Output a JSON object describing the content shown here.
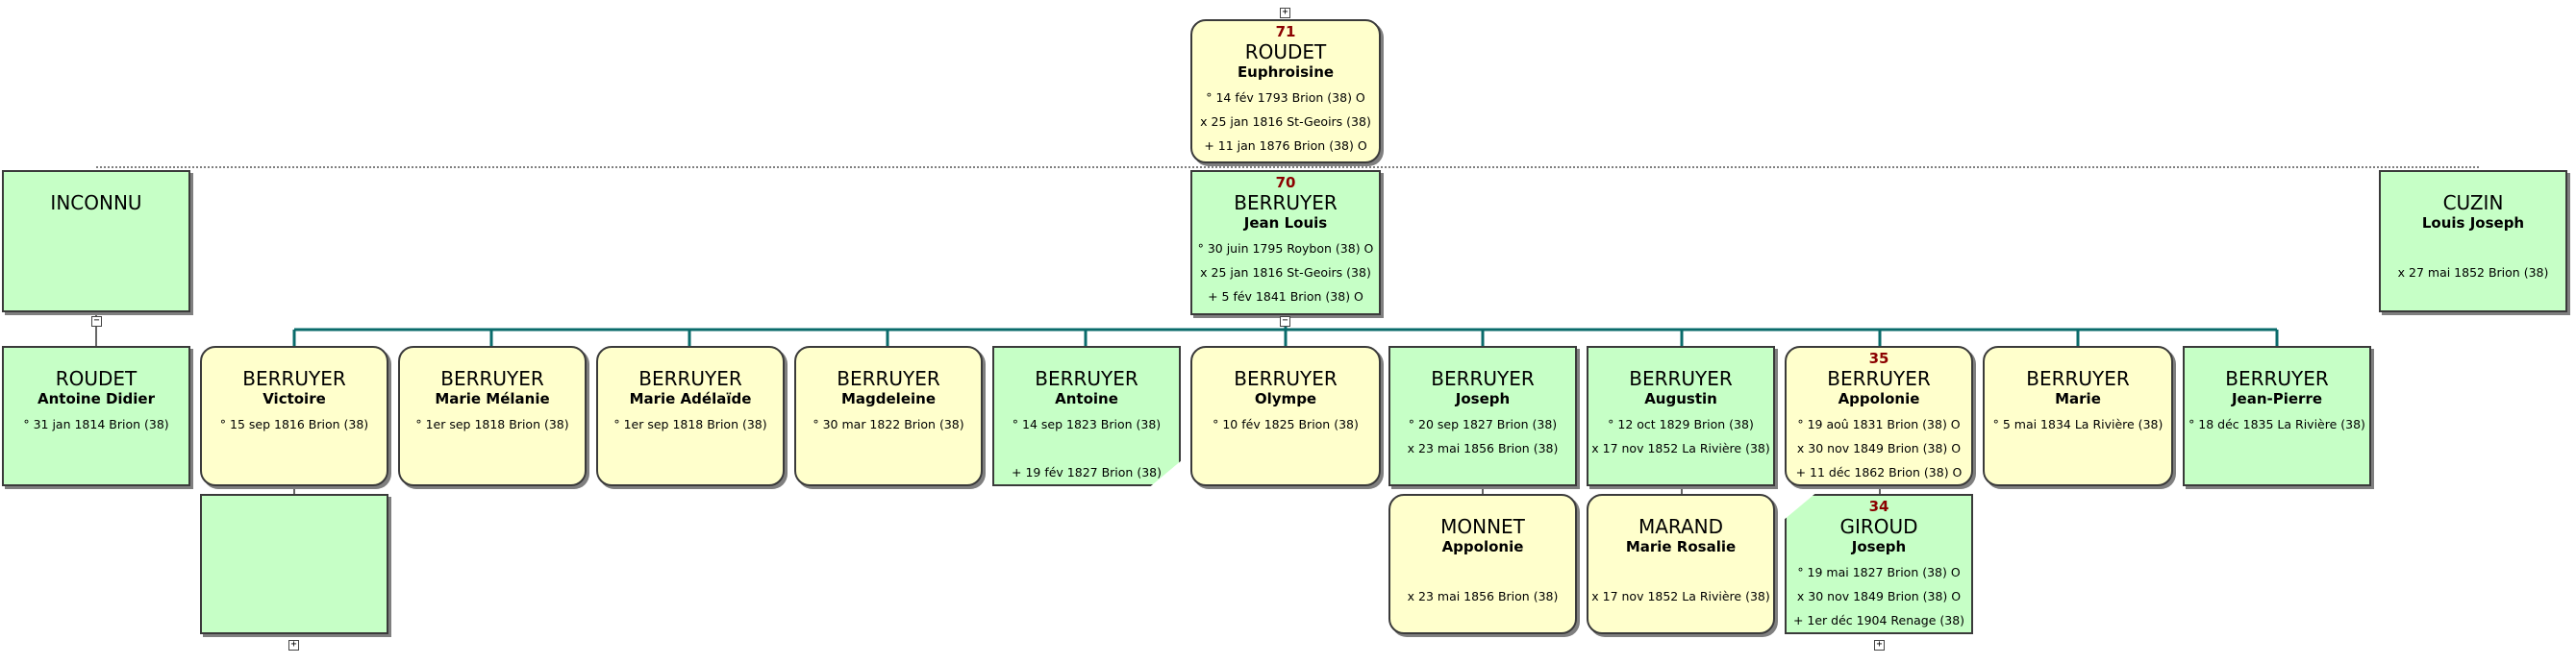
{
  "colors": {
    "female": "#ffffcc",
    "male": "#c6ffc6",
    "connector": "#0a6b6b",
    "number": "#8b0000"
  },
  "toggles": {
    "expand": "+",
    "collapse": "−"
  },
  "persons": {
    "roudet_euphroisine": {
      "num": "71",
      "surname": "ROUDET",
      "given": "Euphroisine",
      "sex": "f",
      "events": [
        "° 14 fév 1793 Brion (38) O",
        "x 25 jan 1816 St-Geoirs (38)",
        "+ 11 jan 1876 Brion (38) O"
      ]
    },
    "inconnu": {
      "num": "",
      "surname": "INCONNU",
      "given": "",
      "sex": "m",
      "events": []
    },
    "berruyer_jean_louis": {
      "num": "70",
      "surname": "BERRUYER",
      "given": "Jean Louis",
      "sex": "m",
      "events": [
        "° 30 juin 1795 Roybon (38) O",
        "x 25 jan 1816 St-Geoirs (38)",
        "+ 5 fév 1841 Brion (38) O"
      ]
    },
    "cuzin_louis_joseph": {
      "num": "",
      "surname": "CUZIN",
      "given": "Louis Joseph",
      "sex": "m",
      "events": [
        "",
        "x 27 mai 1852 Brion (38)"
      ]
    },
    "roudet_antoine_didier": {
      "num": "",
      "surname": "ROUDET",
      "given": "Antoine Didier",
      "sex": "m",
      "events": [
        "° 31 jan 1814 Brion (38)"
      ]
    },
    "berruyer_victoire": {
      "num": "",
      "surname": "BERRUYER",
      "given": "Victoire",
      "sex": "f",
      "events": [
        "° 15 sep 1816 Brion (38)"
      ]
    },
    "berruyer_marie_melanie": {
      "num": "",
      "surname": "BERRUYER",
      "given": "Marie Mélanie",
      "sex": "f",
      "events": [
        "° 1er sep 1818 Brion (38)"
      ]
    },
    "berruyer_marie_adelaide": {
      "num": "",
      "surname": "BERRUYER",
      "given": "Marie Adélaïde",
      "sex": "f",
      "events": [
        "° 1er sep 1818 Brion (38)"
      ]
    },
    "berruyer_magdeleine": {
      "num": "",
      "surname": "BERRUYER",
      "given": "Magdeleine",
      "sex": "f",
      "events": [
        "° 30 mar 1822 Brion (38)"
      ]
    },
    "berruyer_antoine": {
      "num": "",
      "surname": "BERRUYER",
      "given": "Antoine",
      "sex": "m",
      "events": [
        "° 14 sep 1823 Brion (38)",
        "",
        "+ 19 fév 1827 Brion (38)"
      ]
    },
    "berruyer_olympe": {
      "num": "",
      "surname": "BERRUYER",
      "given": "Olympe",
      "sex": "f",
      "events": [
        "° 10 fév 1825 Brion (38)"
      ]
    },
    "berruyer_joseph": {
      "num": "",
      "surname": "BERRUYER",
      "given": "Joseph",
      "sex": "m",
      "events": [
        "° 20 sep 1827 Brion (38)",
        "x 23 mai 1856 Brion (38)"
      ]
    },
    "berruyer_augustin": {
      "num": "",
      "surname": "BERRUYER",
      "given": "Augustin",
      "sex": "m",
      "events": [
        "° 12 oct 1829 Brion (38)",
        "x 17 nov 1852 La Rivière (38)"
      ]
    },
    "berruyer_appolonie": {
      "num": "35",
      "surname": "BERRUYER",
      "given": "Appolonie",
      "sex": "f",
      "events": [
        "° 19 aoû 1831 Brion (38) O",
        "x 30 nov 1849 Brion (38) O",
        "+ 11 déc 1862 Brion (38) O"
      ]
    },
    "berruyer_marie": {
      "num": "",
      "surname": "BERRUYER",
      "given": "Marie",
      "sex": "f",
      "events": [
        "° 5 mai 1834 La Rivière (38)"
      ]
    },
    "berruyer_jean_pierre": {
      "num": "",
      "surname": "BERRUYER",
      "given": "Jean-Pierre",
      "sex": "m",
      "events": [
        "° 18 déc 1835 La Rivière (38)"
      ]
    },
    "victoire_spouse": {
      "num": "",
      "surname": "",
      "given": "",
      "sex": "m",
      "events": []
    },
    "monnet_appolonie": {
      "num": "",
      "surname": "MONNET",
      "given": "Appolonie",
      "sex": "f",
      "events": [
        "",
        "x 23 mai 1856 Brion (38)"
      ]
    },
    "marand_marie_rosalie": {
      "num": "",
      "surname": "MARAND",
      "given": "Marie Rosalie",
      "sex": "f",
      "events": [
        "",
        "x 17 nov 1852 La Rivière (38)"
      ]
    },
    "giroud_joseph": {
      "num": "34",
      "surname": "GIROUD",
      "given": "Joseph",
      "sex": "m",
      "events": [
        "° 19 mai 1827 Brion (38) O",
        "x 30 nov 1849 Brion (38) O",
        "+ 1er déc 1904 Renage (38)"
      ]
    }
  }
}
